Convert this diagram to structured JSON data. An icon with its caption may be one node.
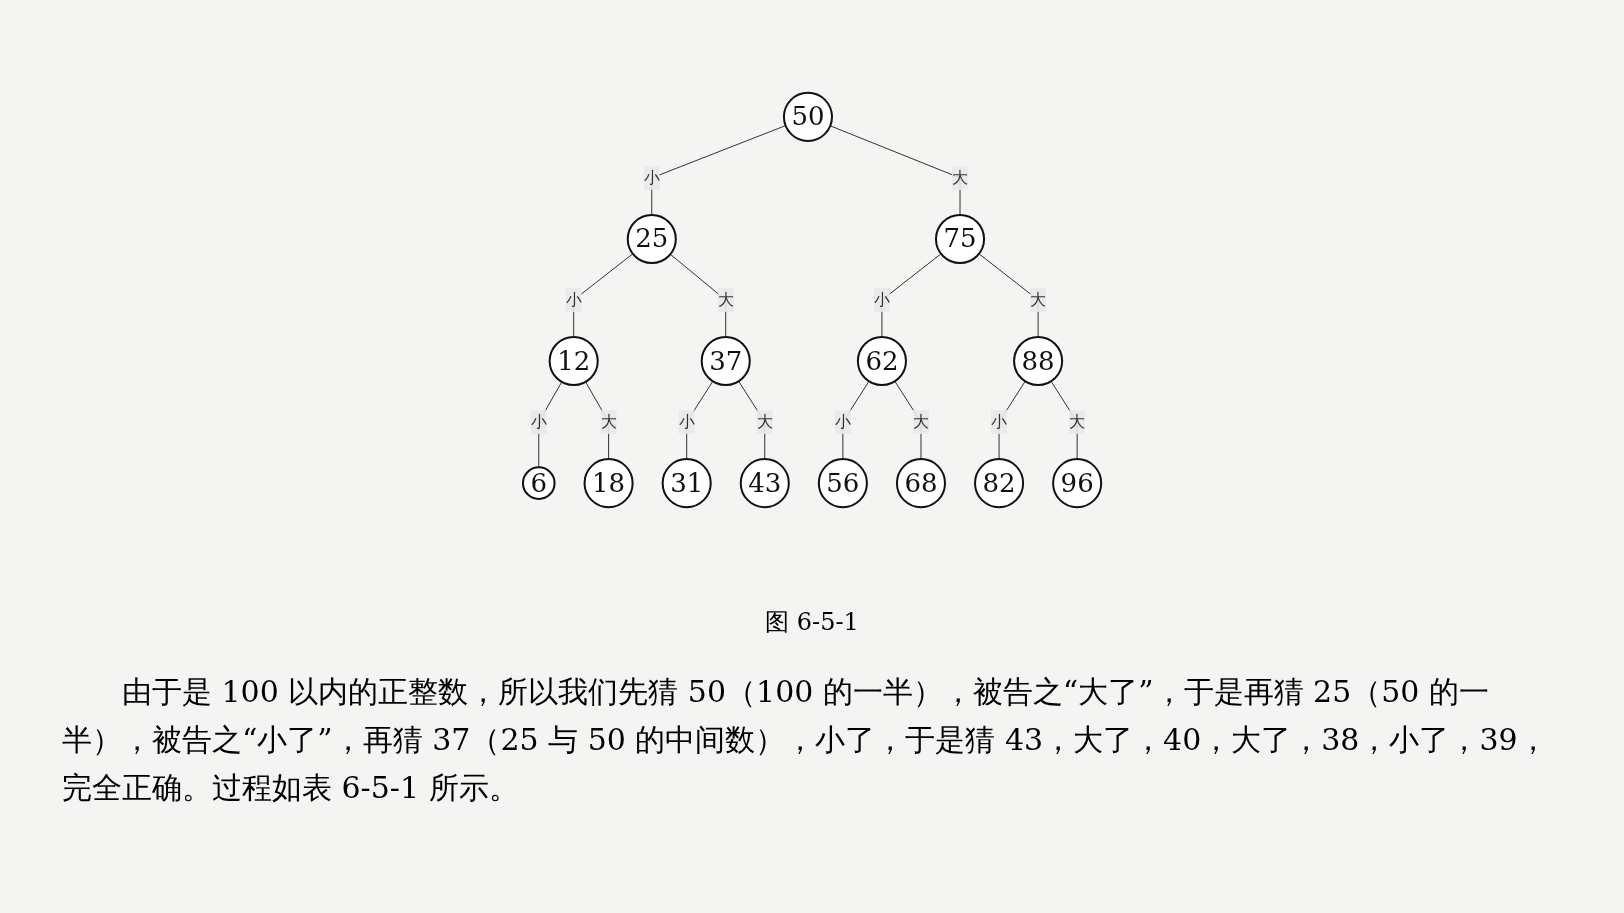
{
  "diagram": {
    "caption": "图 6-5-1",
    "nodes": [
      {
        "text": [
          "50"
        ]
      },
      {
        "text": [
          "25"
        ]
      },
      {
        "text": [
          "75"
        ]
      },
      {
        "text": [
          "12"
        ]
      },
      {
        "text": [
          "37"
        ]
      },
      {
        "text": [
          "62"
        ]
      },
      {
        "text": [
          "88"
        ]
      },
      {
        "text": [
          "6"
        ]
      },
      {
        "text": [
          "18"
        ]
      },
      {
        "text": [
          "31"
        ]
      },
      {
        "text": [
          "43"
        ]
      },
      {
        "text": [
          "56"
        ]
      },
      {
        "text": [
          "68"
        ]
      },
      {
        "text": [
          "82"
        ]
      },
      {
        "text": [
          "96"
        ]
      }
    ],
    "edges": [
      {
        "from": 0,
        "to": 1,
        "arrow": "none",
        "label": "小"
      },
      {
        "from": 0,
        "to": 2,
        "arrow": "none",
        "label": "大"
      },
      {
        "from": 1,
        "to": 3,
        "arrow": "none",
        "label": "小"
      },
      {
        "from": 1,
        "to": 4,
        "arrow": "none",
        "label": "大"
      },
      {
        "from": 2,
        "to": 5,
        "arrow": "none",
        "label": "小"
      },
      {
        "from": 2,
        "to": 6,
        "arrow": "none",
        "label": "大"
      },
      {
        "from": 3,
        "to": 7,
        "arrow": "none",
        "label": "小"
      },
      {
        "from": 3,
        "to": 8,
        "arrow": "none",
        "label": "大"
      },
      {
        "from": 4,
        "to": 9,
        "arrow": "none",
        "label": "小"
      },
      {
        "from": 4,
        "to": 10,
        "arrow": "none",
        "label": "大"
      },
      {
        "from": 5,
        "to": 11,
        "arrow": "none",
        "label": "小"
      },
      {
        "from": 5,
        "to": 12,
        "arrow": "none",
        "label": "大"
      },
      {
        "from": 6,
        "to": 13,
        "arrow": "none",
        "label": "小"
      },
      {
        "from": 6,
        "to": 14,
        "arrow": "none",
        "label": "大"
      }
    ],
    "labels": [
      "由于是 100 以内的正整数，所以我们先猜 50（100 的一半），被告之“大了”，于是再猜 25（50 的一半），被告之“小了”，再猜 37（25 与 50 的中间数），小了，于是猜 43，大了，40，大了，38，小了，39，完全正确。过程如表 6-5-1 所示。"
    ]
  }
}
